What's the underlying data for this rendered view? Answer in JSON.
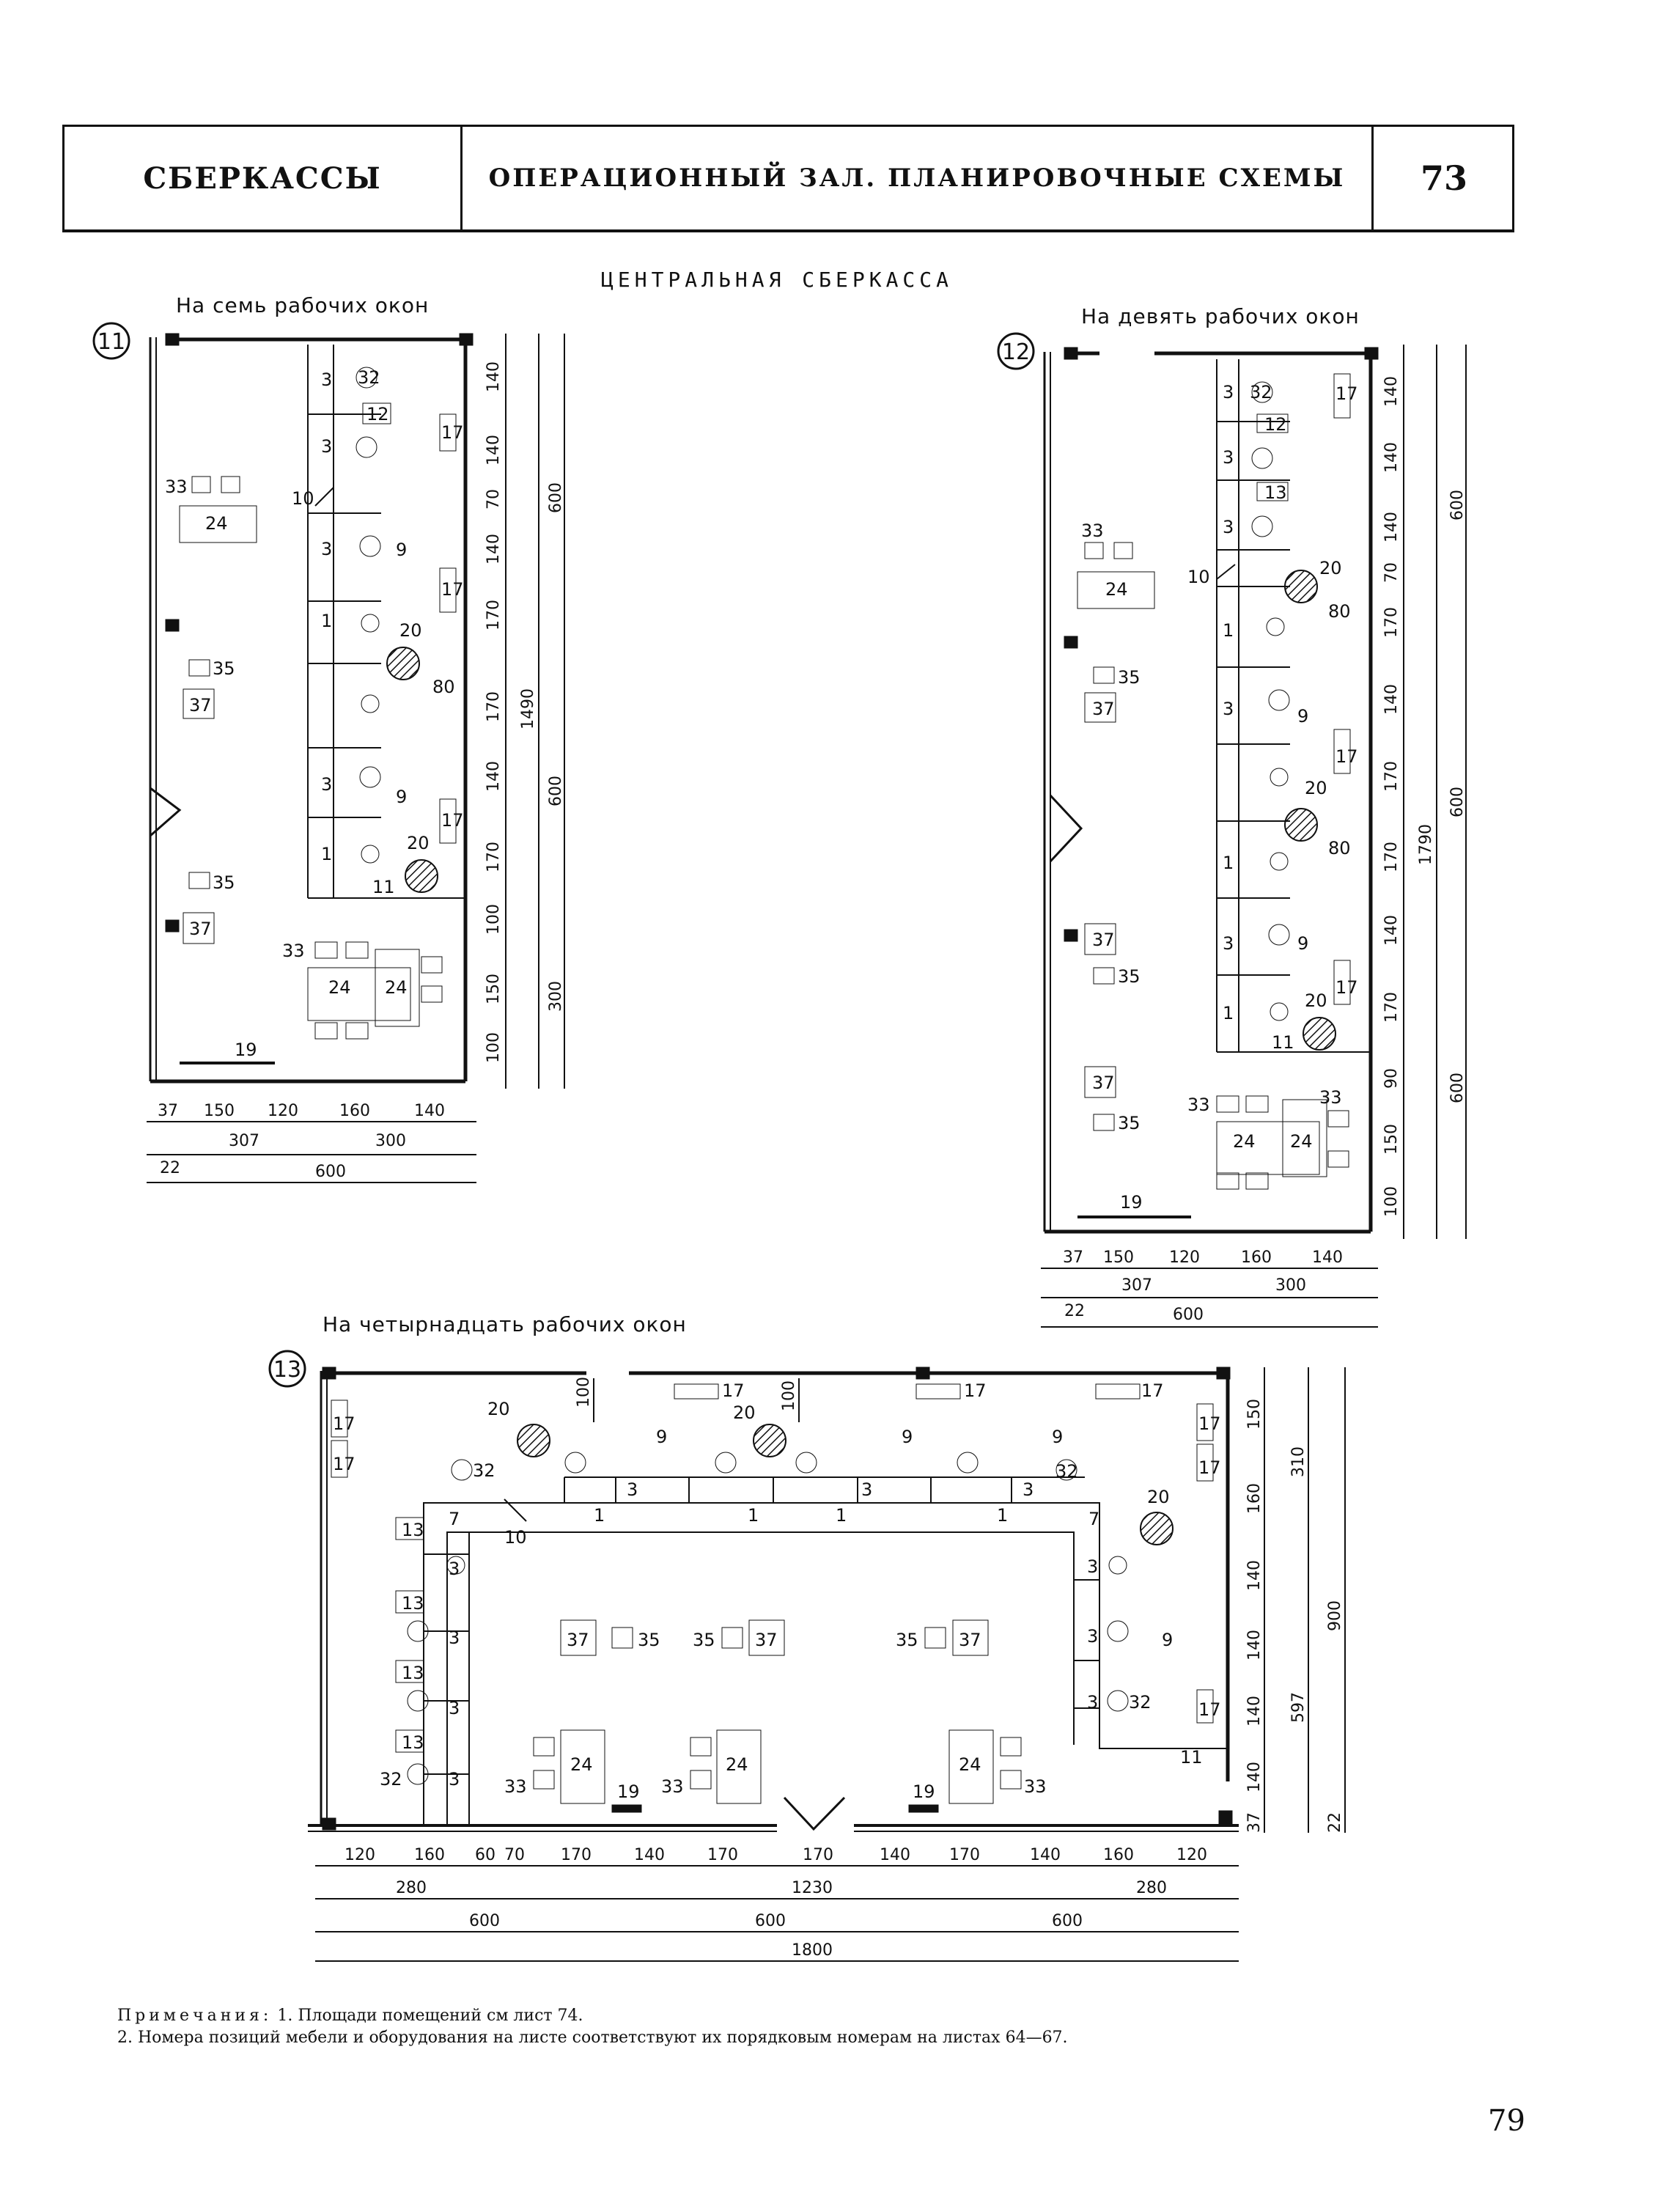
{
  "header": {
    "section": "СБЕРКАССЫ",
    "topic": "ОПЕРАЦИОННЫЙ ЗАЛ. ПЛАНИРОВОЧНЫЕ СХЕМЫ",
    "sheet": "73"
  },
  "plan_heading": "ЦЕНТРАЛЬНАЯ СБЕРКАССА",
  "plans": [
    {
      "number": "11",
      "caption": "На семь рабочих окон"
    },
    {
      "number": "12",
      "caption": "На девять рабочих окон"
    },
    {
      "number": "13",
      "caption": "На четырнадцать рабочих окон"
    }
  ],
  "dims": {
    "p11_v1": [
      "140",
      "140",
      "70",
      "140",
      "170",
      "170",
      "140",
      "170",
      "100",
      "150",
      "100"
    ],
    "p11_v2": [
      "600",
      "1490",
      "600",
      "300"
    ],
    "p11_h1": [
      "37",
      "150",
      "120",
      "160",
      "140"
    ],
    "p11_h2": [
      "307",
      "300"
    ],
    "p11_h3": [
      "22",
      "600"
    ],
    "p12_v1": [
      "140",
      "140",
      "140",
      "70",
      "170",
      "140",
      "170",
      "170",
      "140",
      "170",
      "90",
      "150",
      "100"
    ],
    "p12_v2": [
      "600",
      "1790",
      "600",
      "600"
    ],
    "p12_h1": [
      "37",
      "150",
      "120",
      "160",
      "140"
    ],
    "p12_h2": [
      "307",
      "300"
    ],
    "p12_h3": [
      "22",
      "600"
    ],
    "p13_v1": [
      "150",
      "160",
      "140",
      "140",
      "140",
      "140",
      "37"
    ],
    "p13_v2": [
      "310",
      "900",
      "597",
      "22"
    ],
    "p13_h1": [
      "120",
      "160",
      "60",
      "70",
      "170",
      "140",
      "170",
      "170",
      "140",
      "170",
      "140",
      "160",
      "120"
    ],
    "p13_h2": [
      "280",
      "1230",
      "280"
    ],
    "p13_h3": [
      "600",
      "600",
      "600"
    ],
    "p13_h4": [
      "1800"
    ],
    "p13_top": [
      "100",
      "100"
    ]
  },
  "labels": {
    "counter_seat": "32",
    "cabinet": "12",
    "cabinet2": "13",
    "cashier": "3",
    "desk": "1",
    "door": "10",
    "rack": "17",
    "booth": "9",
    "safe": "20",
    "writing_table": "24",
    "chair": "33",
    "table_small": "37",
    "stool": "35",
    "bench": "19",
    "gap": "80",
    "barrier": "11",
    "partition": "7"
  },
  "notes": {
    "label": "Примечания:",
    "line1": "1. Площади помещений см  лист 74.",
    "line2": "2. Номера позиций мебели и оборудования на листе соответствуют   их порядковым номерам на листах 64—67."
  },
  "page_number": "79"
}
